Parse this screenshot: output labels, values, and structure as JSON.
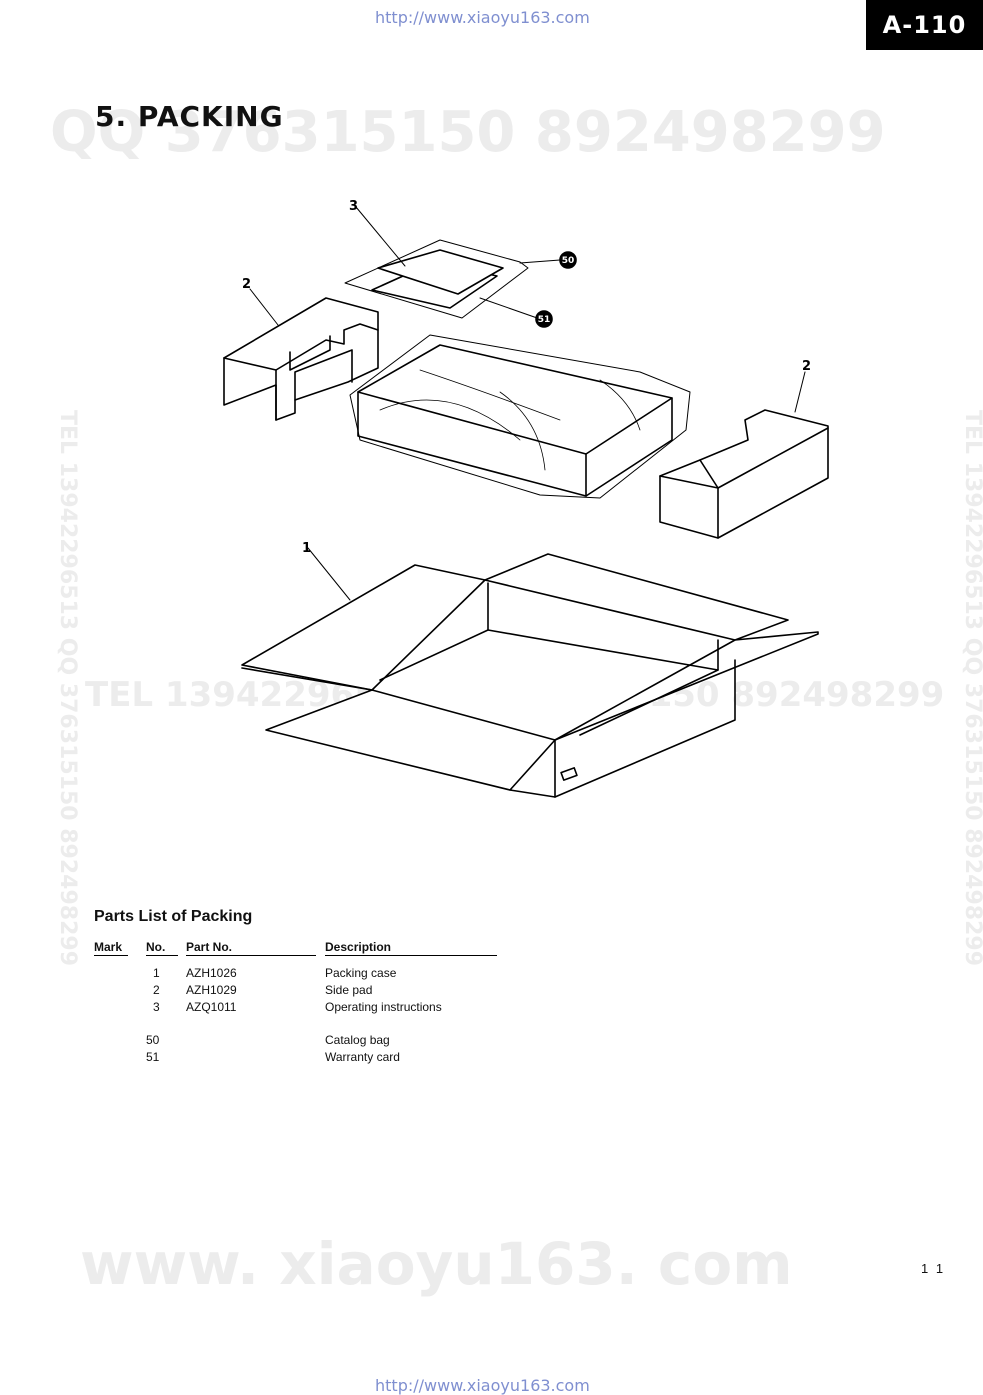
{
  "header": {
    "url_top": "http://www.xiaoyu163.com",
    "model": "A-110"
  },
  "section_title": "5. PACKING",
  "watermarks": {
    "top": "QQ 376315150    892498299",
    "middle": "TEL 13942296513                QQ 376315150  892498299",
    "bottom": "www. xiaoyu163. com",
    "vertical": "TEL 13942296513  QQ 376315150  892498299"
  },
  "diagram": {
    "labels": {
      "case": "1",
      "side_pad_left": "2",
      "side_pad_right": "2",
      "instructions": "3",
      "catalog_bag": "50",
      "warranty_card": "51"
    }
  },
  "parts_list": {
    "title": "Parts List of Packing",
    "headers": {
      "mark": "Mark",
      "no": "No.",
      "part_no": "Part No.",
      "description": "Description"
    },
    "rows": [
      {
        "no": "1",
        "part_no": "AZH1026",
        "description": "Packing case"
      },
      {
        "no": "2",
        "part_no": "AZH1029",
        "description": "Side pad"
      },
      {
        "no": "3",
        "part_no": "AZQ1011",
        "description": "Operating instructions"
      },
      {
        "no": "50",
        "part_no": "",
        "description": "Catalog bag"
      },
      {
        "no": "51",
        "part_no": "",
        "description": "Warranty card"
      }
    ]
  },
  "page_number": "1 1",
  "footer": {
    "url_bottom": "http://www.xiaoyu163.com"
  }
}
